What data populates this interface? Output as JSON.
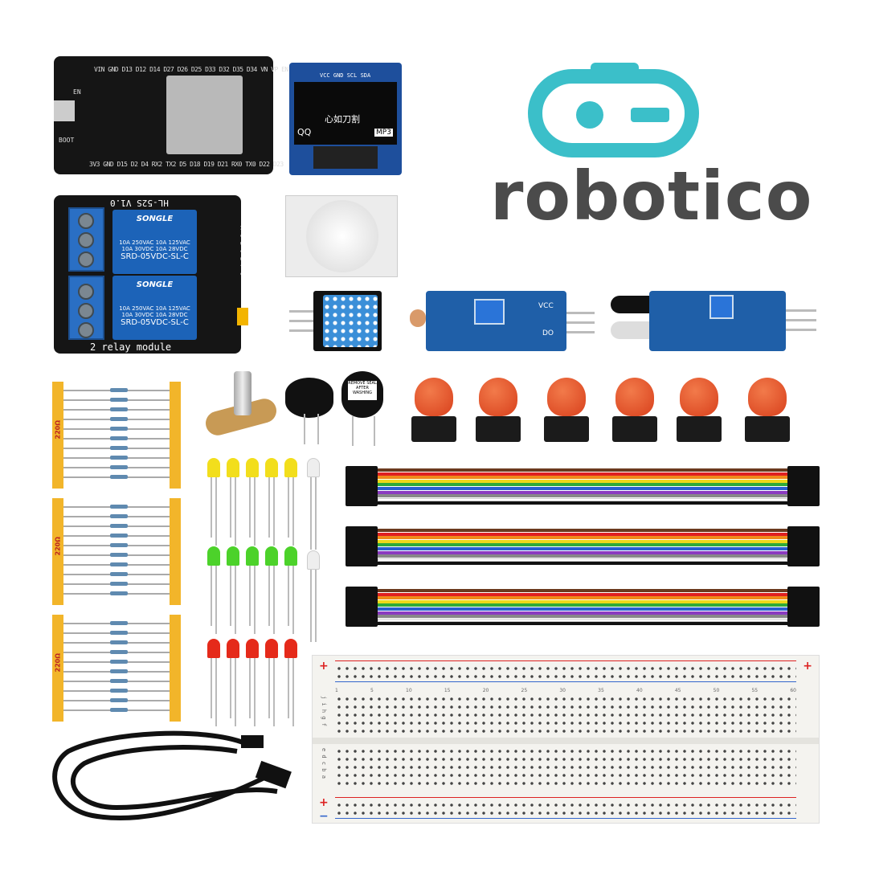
{
  "logo": {
    "text": "robotico",
    "color_text": "#4b4b4b",
    "color_icon": "#3bbfc9"
  },
  "esp32": {
    "top_pins": "VIN GND D13 D12 D14 D27 D26 D25 D33 D32 D35 D34 VN VP EN",
    "bottom_pins": "3V3 GND D15 D2 D4 RX2 TX2 D5 D18 D19 D21 RX0 TX0 D22 D23",
    "en_label": "EN",
    "boot_label": "BOOT"
  },
  "oled": {
    "pins": "VCC GND SCL SDA",
    "left": "QQ",
    "center": "心如刀割",
    "right": "MP3"
  },
  "relay": {
    "title": "HL-52S V1.0",
    "brand": "SONGLE",
    "spec1": "10A 250VAC  10A 125VAC",
    "spec2": "10A 30VDC  10A 28VDC",
    "model": "SRD-05VDC-SL-C",
    "footer": "2 relay module",
    "header_pins": "Gnd In1 In2 Vcc"
  },
  "ldr_module": {
    "vcc": "VCC",
    "do": "DO"
  },
  "resistors": {
    "label": "220Ω"
  },
  "buzzer": {
    "seal": "REMOVE SEAL AFTER WASHING"
  },
  "breadboard": {
    "numbers": [
      "1",
      "5",
      "10",
      "15",
      "20",
      "25",
      "30",
      "35",
      "40",
      "45",
      "50",
      "55",
      "60"
    ],
    "rows_top": "j i h g f",
    "rows_bottom": "e d c b a",
    "plus": "+",
    "minus": "−"
  },
  "colors": {
    "wires": [
      "#6b3a1e",
      "#e02020",
      "#f08a1a",
      "#f0d81a",
      "#2faa3a",
      "#2a5fd0",
      "#8a3ac0",
      "#888888",
      "#ffffff",
      "#111111"
    ]
  }
}
